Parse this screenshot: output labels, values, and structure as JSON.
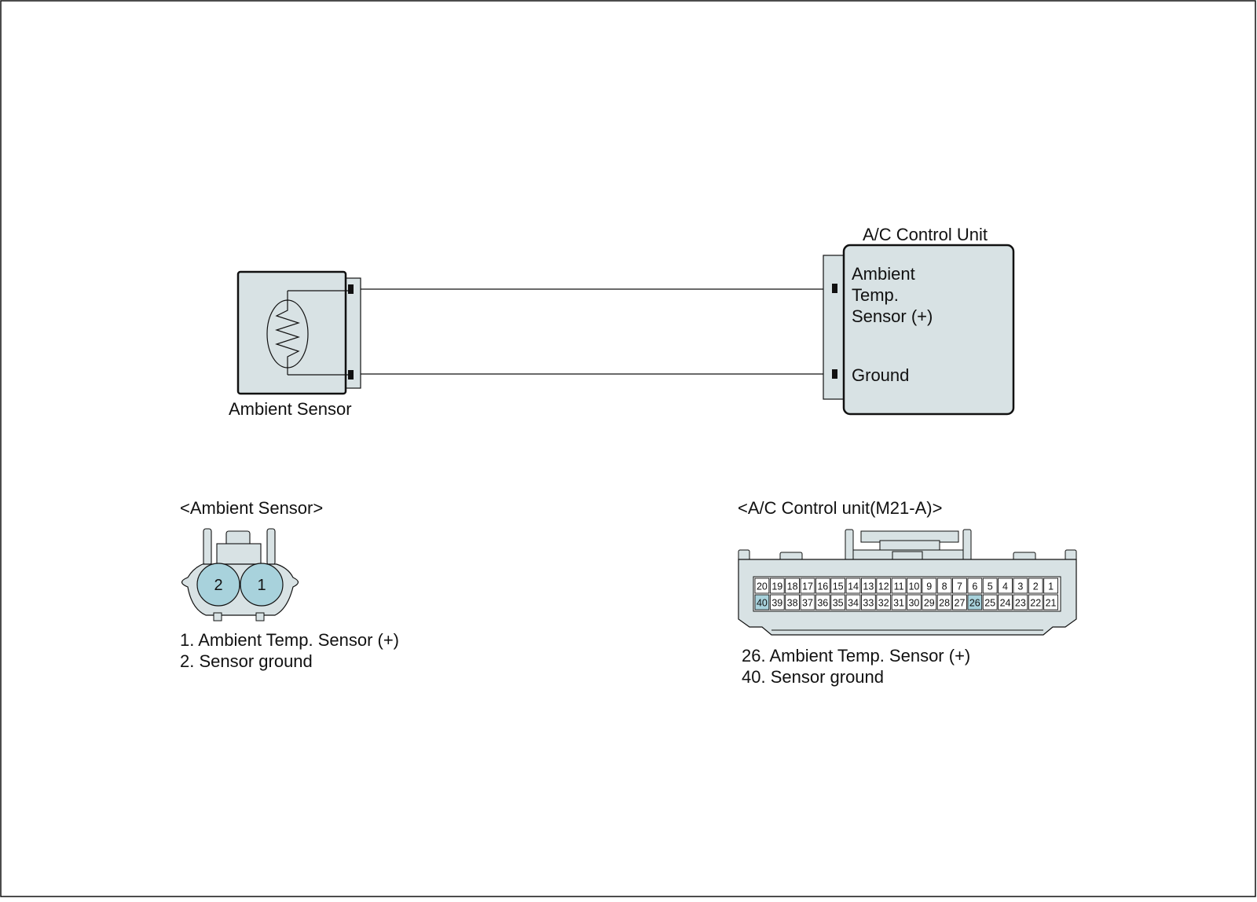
{
  "diagram": {
    "ambient_sensor": {
      "label": "Ambient Sensor"
    },
    "ac_control_unit": {
      "title": "A/C Control Unit",
      "pins": [
        {
          "lines": [
            "Ambient",
            "Temp.",
            "Sensor (+)"
          ]
        },
        {
          "lines": [
            "Ground"
          ]
        }
      ]
    },
    "ambient_connector": {
      "title": "<Ambient Sensor>",
      "pin_numbers": [
        "2",
        "1"
      ],
      "legend": [
        "1. Ambient Temp. Sensor (+)",
        "2. Sensor ground"
      ]
    },
    "ac_connector": {
      "title": "<A/C Control unit(M21-A)>",
      "top_row": [
        "20",
        "19",
        "18",
        "17",
        "16",
        "15",
        "14",
        "13",
        "12",
        "11",
        "10",
        "9",
        "8",
        "7",
        "6",
        "5",
        "4",
        "3",
        "2",
        "1"
      ],
      "bottom_row": [
        "40",
        "39",
        "38",
        "37",
        "36",
        "35",
        "34",
        "33",
        "32",
        "31",
        "30",
        "29",
        "28",
        "27",
        "26",
        "25",
        "24",
        "23",
        "22",
        "21"
      ],
      "highlighted_pins": [
        "40",
        "26"
      ],
      "legend": [
        "26. Ambient Temp. Sensor (+)",
        "40. Sensor ground"
      ]
    },
    "colors": {
      "unit_fill": "#d8e2e4",
      "pin_highlight": "#a8d2dc",
      "line": "#111111"
    }
  }
}
